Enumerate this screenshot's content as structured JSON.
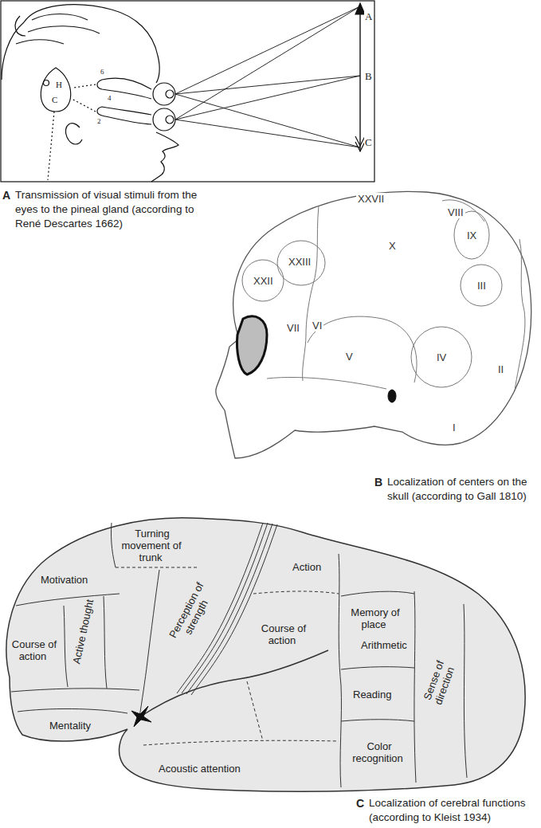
{
  "diagram": {
    "nodes": [
      {
        "text": [
          "XXVII"
        ]
      },
      {
        "text": [
          "VIII"
        ]
      },
      {
        "text": [
          "IX"
        ]
      },
      {
        "text": [
          "X"
        ]
      },
      {
        "text": [
          "XXIII"
        ]
      },
      {
        "text": [
          "XXII"
        ]
      },
      {
        "text": [
          "III"
        ]
      },
      {
        "text": [
          "VII"
        ]
      },
      {
        "text": [
          "VI"
        ]
      },
      {
        "text": [
          "V"
        ]
      },
      {
        "text": [
          "IV"
        ]
      },
      {
        "text": [
          "II"
        ]
      },
      {
        "text": [
          "I"
        ]
      },
      {
        "text": [
          "Turning movement of trunk"
        ]
      },
      {
        "text": [
          "Motivation"
        ]
      },
      {
        "text": [
          "Action"
        ]
      },
      {
        "text": [
          "Perception of strength"
        ]
      },
      {
        "text": [
          "Active thought"
        ]
      },
      {
        "text": [
          "Memory of place"
        ]
      },
      {
        "text": [
          "Course of action"
        ]
      },
      {
        "text": [
          "Course of action"
        ]
      },
      {
        "text": [
          "Arithmetic"
        ]
      },
      {
        "text": [
          "Reading"
        ]
      },
      {
        "text": [
          "Sense of direction"
        ]
      },
      {
        "text": [
          "Color recognition"
        ]
      },
      {
        "text": [
          "Mentality"
        ]
      },
      {
        "text": [
          "Acoustic attention"
        ]
      }
    ],
    "labels": [
      "A",
      "B",
      "C",
      "H",
      "C",
      "6",
      "4",
      "2",
      "A",
      "Transmission of visual stimuli from the eyes to the pineal gland (according to René Descartes 1662)",
      "B",
      "Localization of centers on the skull (according to Gall 1810)",
      "C",
      "Localization of cerebral functions (according to Kleist 1934)"
    ]
  }
}
